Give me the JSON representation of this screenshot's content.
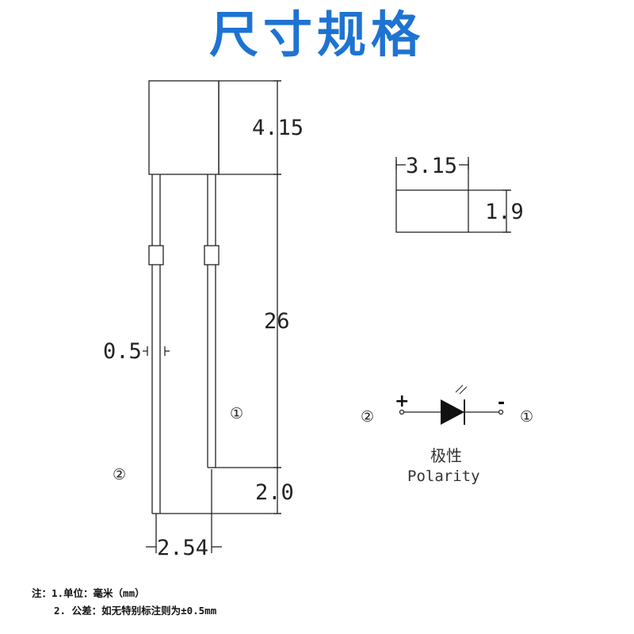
{
  "title": "尺寸规格",
  "dimensions": {
    "body_height": "4.15",
    "lead_length": "26",
    "lead_width": "0.5",
    "lead_offset": "2.0",
    "pin_spacing": "2.54",
    "top_width": "3.15",
    "top_height": "1.9"
  },
  "pins": {
    "pin1": "①",
    "pin2": "②"
  },
  "polarity": {
    "plus": "+",
    "minus": "-",
    "label_cn": "极性",
    "label_en": "Polarity"
  },
  "notes": {
    "line1": "注：1.单位：毫米（mm）",
    "line2": "2. 公差：如无特别标注则为±0.5mm"
  },
  "colors": {
    "title": "#1E73D2",
    "line": "#222222"
  }
}
